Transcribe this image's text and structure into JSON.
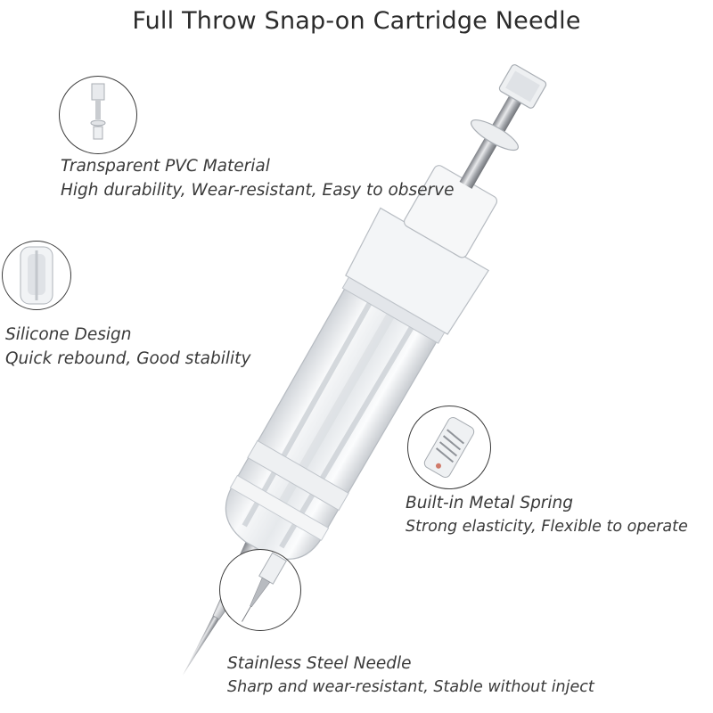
{
  "title": "Full Throw Snap-on Cartridge Needle",
  "features": [
    {
      "name": "Transparent PVC Material",
      "desc": "High durability, Wear-resistant, Easy to observe"
    },
    {
      "name": "Silicone Design",
      "desc": "Quick rebound, Good stability"
    },
    {
      "name": "Built-in Metal Spring",
      "desc": "Strong elasticity, Flexible to operate"
    },
    {
      "name": "Stainless Steel Needle",
      "desc": "Sharp and wear-resistant, Stable without inject"
    }
  ]
}
